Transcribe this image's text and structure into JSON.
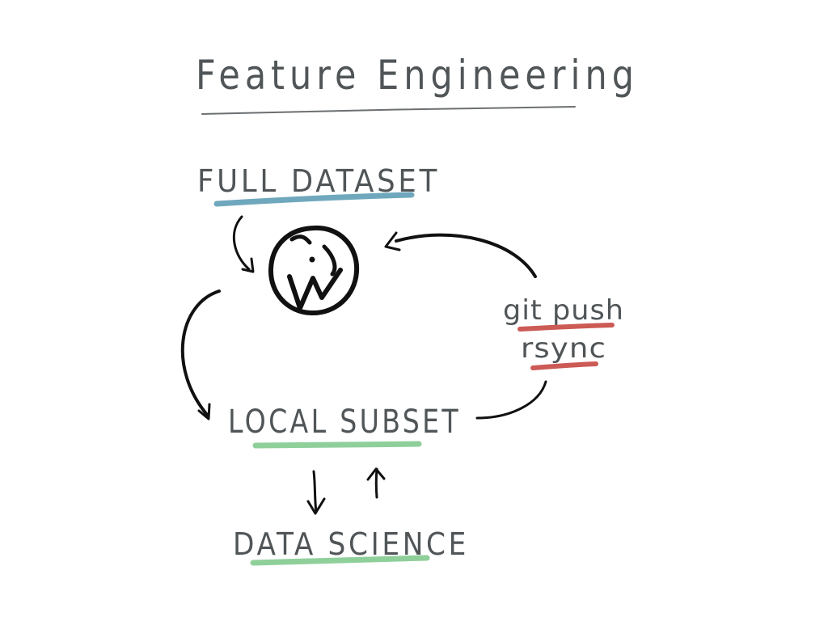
{
  "title": "Feature Engineering",
  "nodes": {
    "full_dataset": "FULL DATASET",
    "local_subset": "LOCAL SUBSET",
    "data_science": "DATA SCIENCE"
  },
  "sync": {
    "command_1": "git push",
    "command_2": "rsync"
  },
  "icons": {
    "hub": "wikimedia-style-logo-icon"
  },
  "colors": {
    "ink": "#505558",
    "stroke": "#111111",
    "underline_blue": "#6fa8bd",
    "underline_green": "#8fcf9a",
    "underline_red": "#cc5a55"
  }
}
